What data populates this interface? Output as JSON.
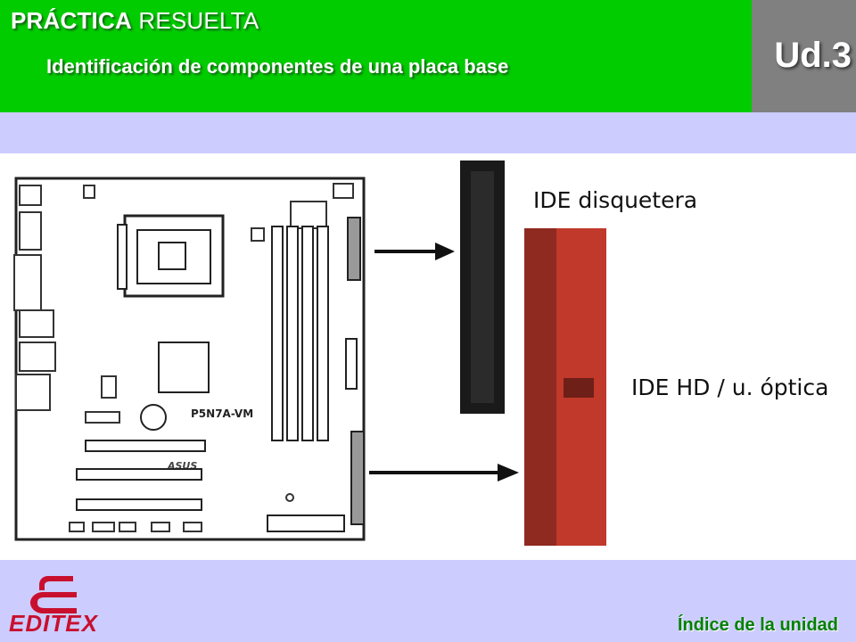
{
  "header": {
    "title_bold": "PRÁCTICA",
    "title_rest": "RESUELTA",
    "subtitle": "Identificación de componentes de una placa base",
    "unit": "Ud.3"
  },
  "figure": {
    "board_model": "P5N7A-VM",
    "board_brand": "ASUS",
    "label_floppy": "IDE disquetera",
    "label_hd": "IDE HD / u. óptica"
  },
  "footer": {
    "logo_text": "EDITEX",
    "index_link": "Índice de la unidad"
  },
  "colors": {
    "header_green": "#00cc00",
    "unit_grey": "#808080",
    "band_lavender": "#ccccff",
    "connector_red": "#c0392b",
    "connector_black": "#1a1a1a",
    "logo_red": "#c8102e"
  }
}
